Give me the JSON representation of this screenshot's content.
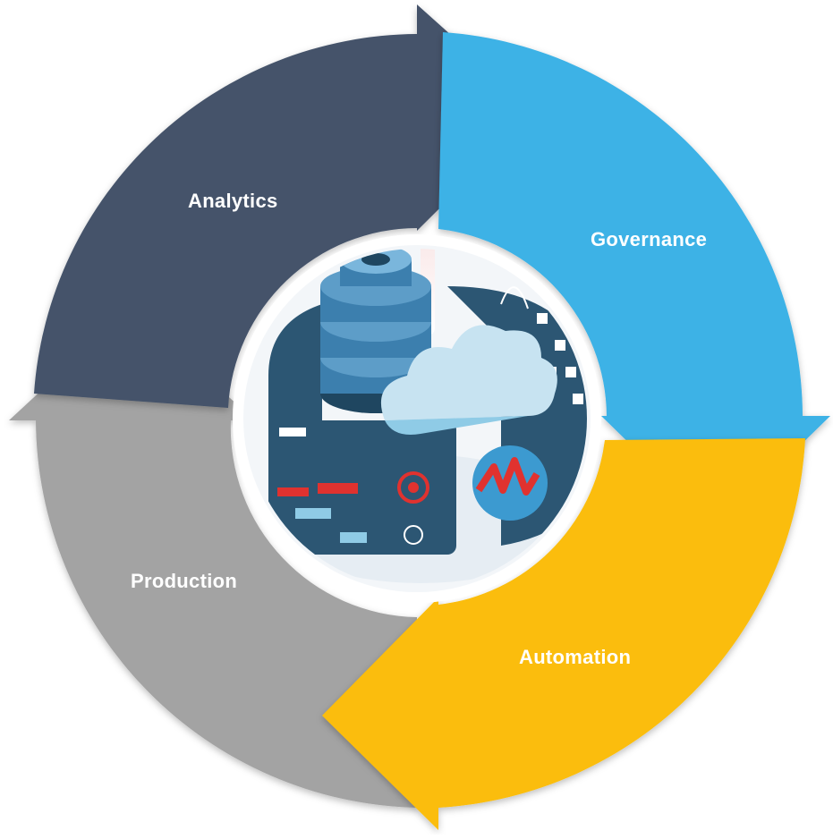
{
  "diagram": {
    "type": "cycle",
    "segments": [
      {
        "label": "Analytics",
        "color": "#44536a"
      },
      {
        "label": "Governance",
        "color": "#3cb2e6"
      },
      {
        "label": "Automation",
        "color": "#fbbd07"
      },
      {
        "label": "Production",
        "color": "#a3a3a3"
      }
    ],
    "center_illustration": {
      "icons": [
        "database-stack-icon",
        "cloud-icon",
        "dashboard-panels-icon",
        "pulse-gauge-icon"
      ],
      "colors": {
        "panel": "#2c5673",
        "accent_red": "#e0322f",
        "accent_light_blue": "#8fcbe6",
        "cloud": "#c7e3f1"
      }
    }
  }
}
